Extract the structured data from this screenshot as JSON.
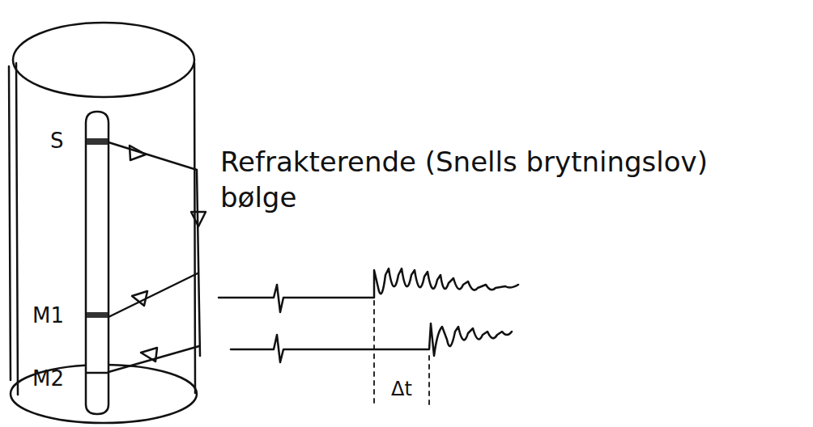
{
  "diagram": {
    "labels": [
      "S",
      "M1",
      "M2",
      "Refrakterende (Snells brytningslov) bølge",
      "Δt"
    ]
  }
}
